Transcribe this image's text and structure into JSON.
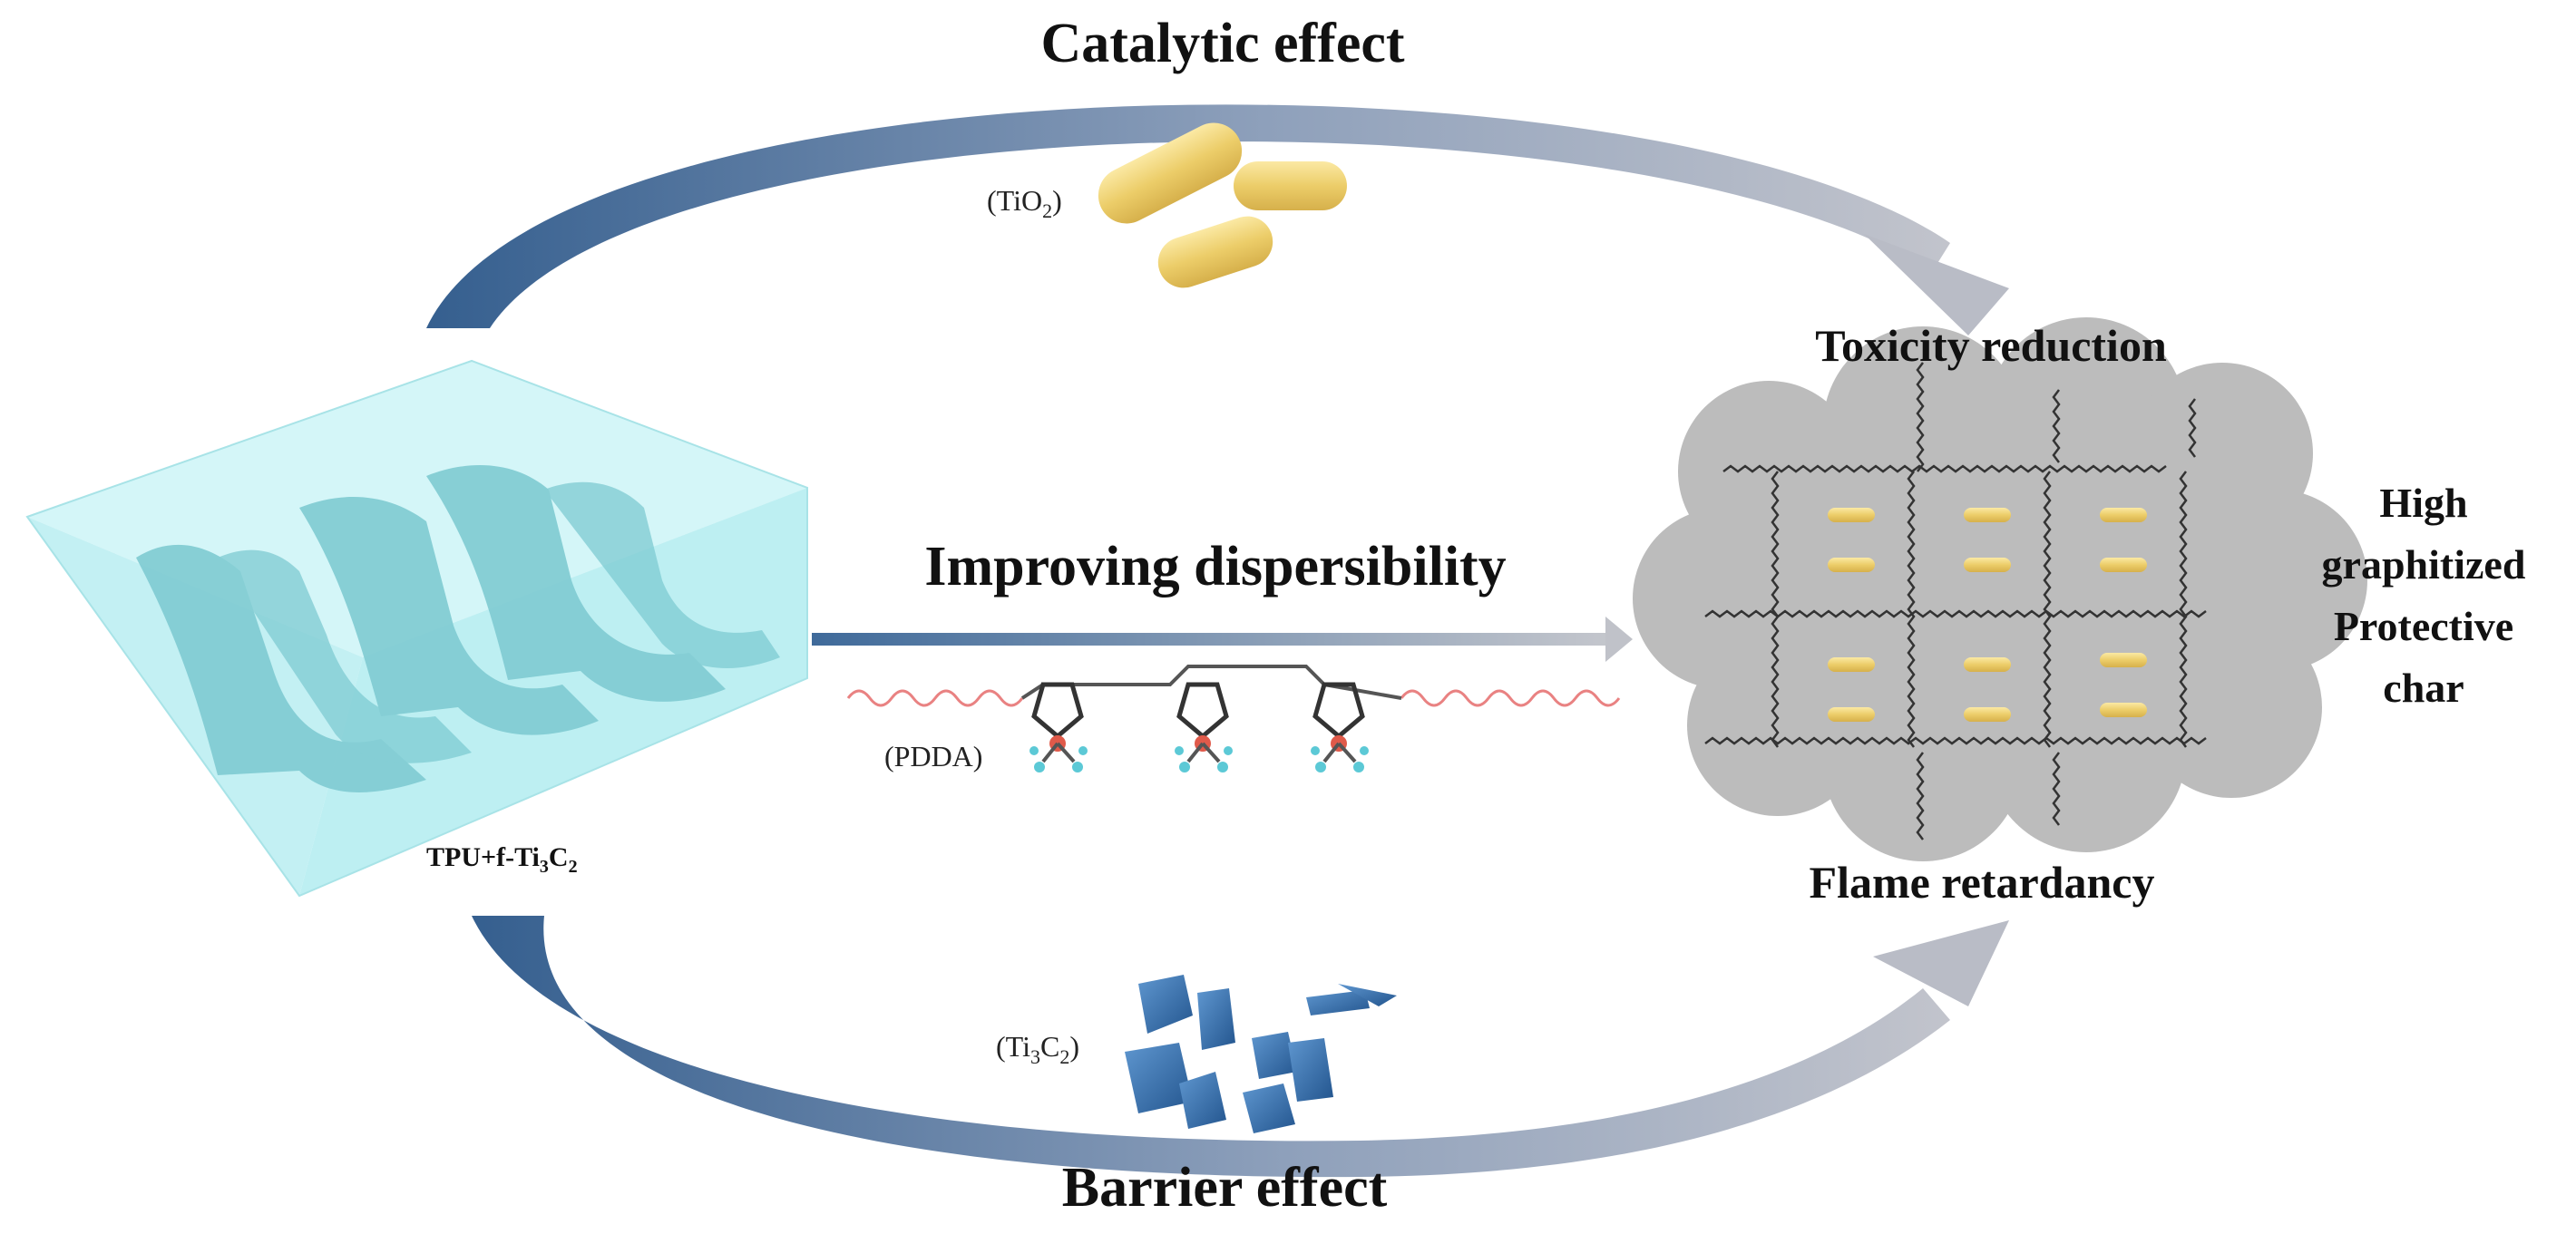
{
  "titles": {
    "catalytic": "Catalytic effect",
    "dispersibility": "Improving dispersibility",
    "barrier": "Barrier effect"
  },
  "labels": {
    "tio2_prefix": "(TiO",
    "tio2_sub": "2",
    "tio2_suffix": ")",
    "pdda": "(PDDA)",
    "ti3c2_prefix": "(Ti",
    "ti3c2_sub1": "3",
    "ti3c2_mid": "C",
    "ti3c2_sub2": "2",
    "ti3c2_suffix": ")",
    "tpu_prefix": "TPU+f-Ti",
    "tpu_sub1": "3",
    "tpu_mid": "C",
    "tpu_sub2": "2"
  },
  "outcomes": {
    "toxicity": "Toxicity reduction",
    "flame": "Flame retardancy",
    "char_lines": [
      "High",
      "graphitized",
      "Protective",
      "char"
    ]
  },
  "colors": {
    "arrow_start": "#3d6594",
    "arrow_end": "#b9bcc8",
    "block_face": "#c8f3f5",
    "block_side": "#b4eaee",
    "sheet": "#7cc8cf",
    "capsule": "#efd47a",
    "char_cloud": "#b9b9b9",
    "flake": "#3b78b8",
    "pdda_chain": "#e77c7c"
  }
}
